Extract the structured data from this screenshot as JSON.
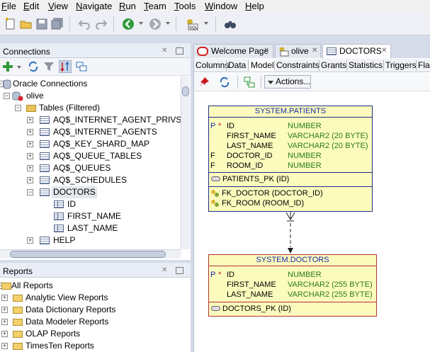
{
  "menu": [
    "File",
    "Edit",
    "View",
    "Navigate",
    "Run",
    "Team",
    "Tools",
    "Window",
    "Help"
  ],
  "connections": {
    "title": "Connections",
    "root": "Oracle Connections",
    "connection": "olive",
    "tables_folder": "Tables (Filtered)",
    "tables": [
      "AQ$_INTERNET_AGENT_PRIVS",
      "AQ$_INTERNET_AGENTS",
      "AQ$_KEY_SHARD_MAP",
      "AQ$_QUEUE_TABLES",
      "AQ$_QUEUES",
      "AQ$_SCHEDULES"
    ],
    "selected_table": "DOCTORS",
    "columns": [
      "ID",
      "FIRST_NAME",
      "LAST_NAME"
    ],
    "next_table": "HELP"
  },
  "reports": {
    "title": "Reports",
    "root": "All Reports",
    "items": [
      "Analytic View Reports",
      "Data Dictionary Reports",
      "Data Modeler Reports",
      "OLAP Reports",
      "TimesTen Reports"
    ]
  },
  "editor_tabs": [
    "Welcome Page",
    "olive",
    "DOCTORS"
  ],
  "sub_tabs": [
    "Columns",
    "Data",
    "Model",
    "Constraints",
    "Grants",
    "Statistics",
    "Triggers",
    "Fla"
  ],
  "actions_label": "Actions...",
  "patients": {
    "name": "SYSTEM.PATIENTS",
    "rows": [
      {
        "flag": "P",
        "star": "*",
        "col": "ID",
        "type": "NUMBER"
      },
      {
        "flag": "",
        "star": "",
        "col": "FIRST_NAME",
        "type": "VARCHAR2 (20 BYTE)"
      },
      {
        "flag": "",
        "star": "",
        "col": "LAST_NAME",
        "type": "VARCHAR2 (20 BYTE)"
      },
      {
        "flag": "F",
        "star": "",
        "col": "DOCTOR_ID",
        "type": "NUMBER"
      },
      {
        "flag": "F",
        "star": "",
        "col": "ROOM_ID",
        "type": "NUMBER"
      }
    ],
    "pk": "PATIENTS_PK (ID)",
    "fks": [
      "FK_DOCTOR (DOCTOR_ID)",
      "FK_ROOM (ROOM_ID)"
    ]
  },
  "doctors": {
    "name": "SYSTEM.DOCTORS",
    "rows": [
      {
        "flag": "P",
        "star": "*",
        "col": "ID",
        "type": "NUMBER"
      },
      {
        "flag": "",
        "star": "",
        "col": "FIRST_NAME",
        "type": "VARCHAR2 (255 BYTE)"
      },
      {
        "flag": "",
        "star": "",
        "col": "LAST_NAME",
        "type": "VARCHAR2 (255 BYTE)"
      }
    ],
    "pk": "DOCTORS_PK (ID)"
  },
  "colors": {
    "patients_border": "#1f2e8c",
    "patients_fill": "#fbfbbd",
    "doctors_border": "#b23232",
    "doctors_fill": "#fbfbbd",
    "type_green": "#2b7a1f",
    "flag_blue": "#1c2aa8",
    "flag_red": "#c0141d"
  },
  "icons": {
    "new": "new-file-icon",
    "open": "open-folder-icon",
    "save": "save-icon",
    "save_all": "save-all-icon",
    "undo": "undo-icon",
    "redo": "redo-icon",
    "back": "back-icon",
    "forward": "forward-icon",
    "sql": "sql-worksheet-icon",
    "binoculars": "binoculars-icon"
  }
}
